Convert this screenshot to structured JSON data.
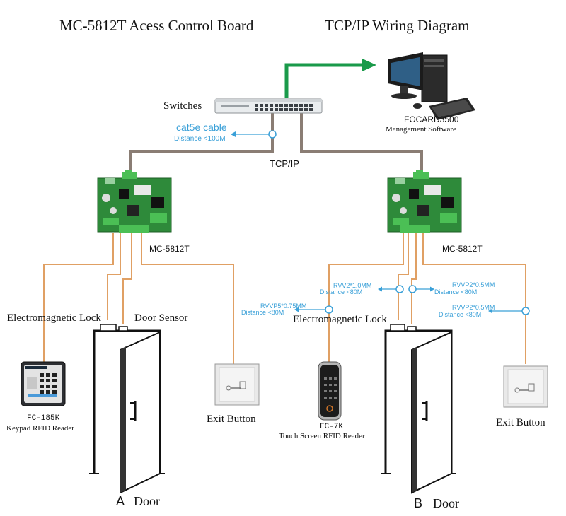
{
  "title": {
    "left": "MC-5812T Acess Control Board",
    "right": "TCP/IP Wiring Diagram"
  },
  "network": {
    "switches_label": "Switches",
    "cable_label": "cat5e cable",
    "cable_distance": "Distance <100M",
    "tcpip_label": "TCP/IP",
    "software_name": "FOCARD3500",
    "software_desc": "Management Software"
  },
  "controllers": {
    "left_label": "MC-5812T",
    "right_label": "MC-5812T"
  },
  "door_a": {
    "lock_label": "Electromagnetic Lock",
    "sensor_label": "Door Sensor",
    "reader_model": "FC-185K",
    "reader_desc": "Keypad RFID Reader",
    "exit_label": "Exit Button",
    "door_letter": "A",
    "door_label": "Door"
  },
  "door_b": {
    "lock_label": "Electromagnetic Lock",
    "reader_model": "FC-7K",
    "reader_desc": "Touch Screen RFID Reader",
    "exit_label": "Exit Button",
    "door_letter": "B",
    "door_label": "Door",
    "cable_1_spec": "RVV2*1.0MM",
    "cable_1_distance": "Distance <80M",
    "cable_2_spec": "RVVP2*0.5MM",
    "cable_2_distance": "Distance <80M",
    "cable_3_spec": "RVVP5*0.75MM",
    "cable_3_distance": "Distance <80M",
    "cable_4_spec": "RVVP2*0.5MM",
    "cable_4_distance": "Distance <80M"
  },
  "colors": {
    "network_wire": "#8a7d74",
    "field_wire": "#e0a064",
    "uplink_arrow": "#1a9a4a",
    "cable_annotation": "#3aa0d8",
    "board": "#2e8a3a"
  }
}
